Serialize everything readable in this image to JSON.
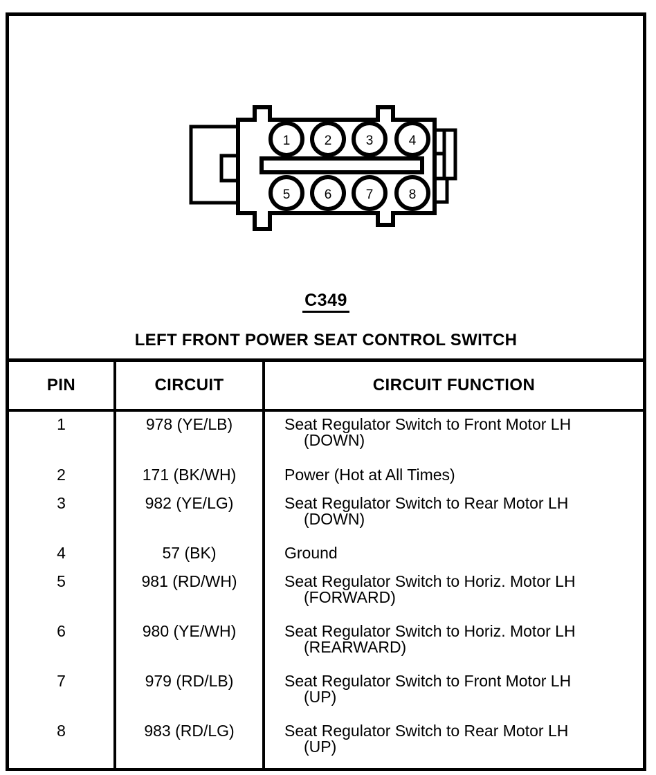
{
  "connector": {
    "code": "C349",
    "name": "LEFT FRONT POWER SEAT CONTROL SWITCH",
    "pin_labels": [
      "1",
      "2",
      "3",
      "4",
      "5",
      "6",
      "7",
      "8"
    ],
    "top_row_pins": [
      "1",
      "2",
      "3",
      "4"
    ],
    "bottom_row_pins": [
      "5",
      "6",
      "7",
      "8"
    ],
    "line_color": "#000000",
    "body_color": "#ffffff"
  },
  "table": {
    "headers": {
      "pin": "PIN",
      "circuit": "CIRCUIT",
      "function": "CIRCUIT FUNCTION"
    },
    "rows": [
      {
        "pin": "1",
        "circuit": "978 (YE/LB)",
        "function_line1": "Seat Regulator Switch to Front Motor LH",
        "function_line2": "(DOWN)"
      },
      {
        "pin": "2",
        "circuit": "171 (BK/WH)",
        "function_line1": "Power (Hot at All Times)",
        "function_line2": ""
      },
      {
        "pin": "3",
        "circuit": "982 (YE/LG)",
        "function_line1": "Seat Regulator Switch to Rear Motor LH",
        "function_line2": "(DOWN)"
      },
      {
        "pin": "4",
        "circuit": "57 (BK)",
        "function_line1": "Ground",
        "function_line2": ""
      },
      {
        "pin": "5",
        "circuit": "981 (RD/WH)",
        "function_line1": "Seat Regulator Switch to Horiz. Motor LH",
        "function_line2": "(FORWARD)"
      },
      {
        "pin": "6",
        "circuit": "980 (YE/WH)",
        "function_line1": "Seat Regulator Switch to Horiz. Motor LH",
        "function_line2": "(REARWARD)"
      },
      {
        "pin": "7",
        "circuit": "979 (RD/LB)",
        "function_line1": "Seat Regulator Switch to Front Motor LH",
        "function_line2": "(UP)"
      },
      {
        "pin": "8",
        "circuit": "983 (RD/LG)",
        "function_line1": "Seat Regulator Switch to Rear Motor LH",
        "function_line2": "(UP)"
      }
    ]
  }
}
